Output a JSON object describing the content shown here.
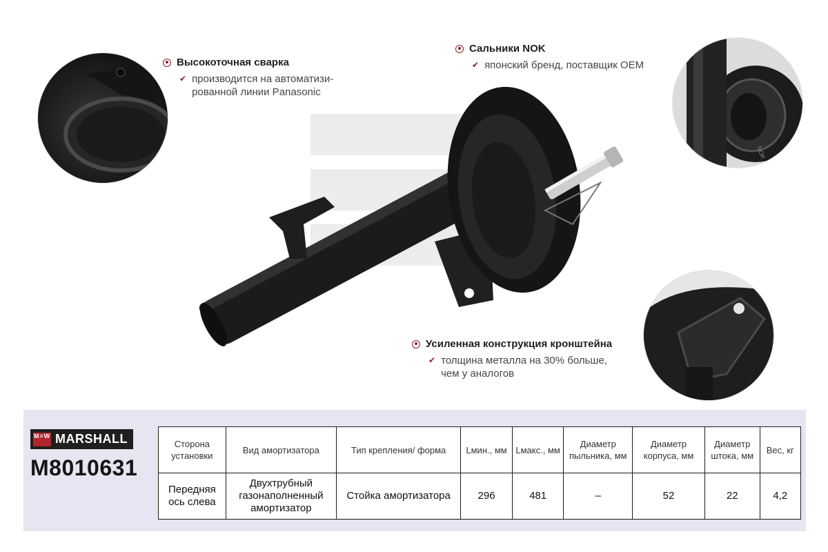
{
  "features": [
    {
      "title": "Высокоточная сварка",
      "desc": "производится на автоматизи-\nрованной линии Panasonic"
    },
    {
      "title": "Сальники NOK",
      "desc": "японский бренд, поставщик OEM"
    },
    {
      "title": "Усиленная конструкция кронштейна",
      "desc": "толщина металла на 30% больше,\nчем у аналогов"
    }
  ],
  "seal_label": "NOK",
  "brand": {
    "logo_mark": "M≡W",
    "name": "MARSHALL",
    "part_number": "M8010631"
  },
  "table": {
    "headers": [
      "Сторона установки",
      "Вид амортизатора",
      "Тип крепления/ форма",
      "Lмин., мм",
      "Lмакс., мм",
      "Диаметр пыльника, мм",
      "Диаметр корпуса, мм",
      "Диаметр штока, мм",
      "Вес, кг"
    ],
    "row": [
      "Передняя ось слева",
      "Двухтрубный газонаполненный амортизатор",
      "Стойка амортизатора",
      "296",
      "481",
      "–",
      "52",
      "22",
      "4,2"
    ]
  },
  "colors": {
    "accent": "#8a1e24",
    "band": "#e6e6f2",
    "logo_red": "#b3252c"
  }
}
